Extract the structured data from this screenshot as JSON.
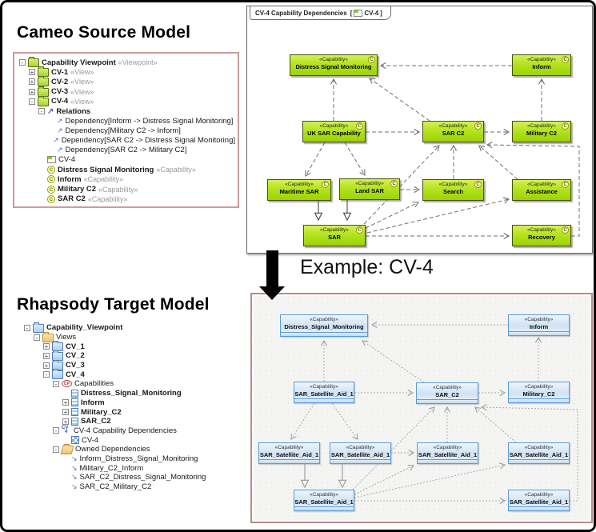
{
  "headings": {
    "source_model": "Cameo Source Model",
    "target_model": "Rhapsody Target Model",
    "example": "Example: CV-4"
  },
  "cameo_tree": {
    "items": [
      {
        "depth": 0,
        "expander": "-",
        "icon": "folder-green",
        "label": "Capability Viewpoint",
        "annotation": "«Viewpoint»",
        "bold": true
      },
      {
        "depth": 1,
        "expander": "+",
        "icon": "folder-green",
        "label": "CV-1",
        "annotation": "«View»",
        "bold": true
      },
      {
        "depth": 1,
        "expander": "+",
        "icon": "folder-green",
        "label": "CV-2",
        "annotation": "«View»",
        "bold": true
      },
      {
        "depth": 1,
        "expander": "+",
        "icon": "folder-green",
        "label": "CV-3",
        "annotation": "«View»",
        "bold": true
      },
      {
        "depth": 1,
        "expander": "-",
        "icon": "folder-green",
        "label": "CV-4",
        "annotation": "«View»",
        "bold": true
      },
      {
        "depth": 2,
        "expander": "-",
        "icon": "relations",
        "label": "Relations",
        "bold": true
      },
      {
        "depth": 3,
        "icon": "dependency-cameo",
        "label": "Dependency[Inform -> Distress Signal Monitoring]",
        "bold": false
      },
      {
        "depth": 3,
        "icon": "dependency-cameo",
        "label": "Dependency[Military C2 -> Inform]",
        "bold": false
      },
      {
        "depth": 3,
        "icon": "dependency-cameo",
        "label": "Dependency[SAR C2 -> Distress Signal Monitoring]",
        "bold": false
      },
      {
        "depth": 3,
        "icon": "dependency-cameo",
        "label": "Dependency[SAR C2 -> Military C2]",
        "bold": false
      },
      {
        "depth": 2,
        "icon": "diagram-cameo",
        "label": "CV-4",
        "bold": false
      },
      {
        "depth": 2,
        "icon": "capability-c",
        "label": "Distress Signal Monitoring",
        "annotation": "«Capability»",
        "bold": true
      },
      {
        "depth": 2,
        "icon": "capability-c",
        "label": "Inform",
        "annotation": "«Capability»",
        "bold": true
      },
      {
        "depth": 2,
        "icon": "capability-c",
        "label": "Military C2",
        "annotation": "«Capability»",
        "bold": true
      },
      {
        "depth": 2,
        "icon": "capability-c",
        "label": "SAR C2",
        "annotation": "«Capability»",
        "bold": true
      }
    ]
  },
  "rhapsody_tree": {
    "items": [
      {
        "depth": 0,
        "expander": "-",
        "icon": "folder-blue",
        "label": "Capability_Viewpoint",
        "bold": true
      },
      {
        "depth": 1,
        "expander": "-",
        "icon": "folder-yellow",
        "label": "Views",
        "bold": false
      },
      {
        "depth": 2,
        "expander": "+",
        "icon": "folder-blue",
        "label": "CV_1",
        "bold": true
      },
      {
        "depth": 2,
        "expander": "+",
        "icon": "folder-blue",
        "label": "CV_2",
        "bold": true
      },
      {
        "depth": 2,
        "expander": "+",
        "icon": "folder-blue",
        "label": "CV_3",
        "bold": true
      },
      {
        "depth": 2,
        "expander": "-",
        "icon": "folder-blue",
        "label": "CV_4",
        "bold": true
      },
      {
        "depth": 3,
        "expander": "-",
        "icon": "cp",
        "label": "Capabilities",
        "bold": false
      },
      {
        "depth": 4,
        "icon": "block",
        "label": "Distress_Signal_Monitoring",
        "bold": true
      },
      {
        "depth": 4,
        "expander": "+",
        "icon": "block",
        "label": "Inform",
        "bold": true
      },
      {
        "depth": 4,
        "expander": "+",
        "icon": "block",
        "label": "Military_C2",
        "bold": true
      },
      {
        "depth": 4,
        "expander": "+",
        "icon": "block",
        "label": "SAR_C2",
        "bold": true
      },
      {
        "depth": 3,
        "expander": "-",
        "icon": "cv",
        "label": "CV-4 Capability Dependencies",
        "bold": false
      },
      {
        "depth": 4,
        "icon": "grid-blue",
        "label": "CV-4",
        "bold": false
      },
      {
        "depth": 3,
        "expander": "-",
        "icon": "folder-open-yellow",
        "label": "Owned Dependencies",
        "bold": false
      },
      {
        "depth": 4,
        "icon": "dependency-rh",
        "label": "Inform_Distress_Signal_Monitoring",
        "bold": false
      },
      {
        "depth": 4,
        "icon": "dependency-rh",
        "label": "Military_C2_Inform",
        "bold": false
      },
      {
        "depth": 4,
        "icon": "dependency-rh",
        "label": "SAR_C2_Distress_Signal_Monitoring",
        "bold": false
      },
      {
        "depth": 4,
        "icon": "dependency-rh",
        "label": "SAR_C2_Military_C2",
        "bold": false
      }
    ]
  },
  "top_diagram": {
    "tab": {
      "title": "CV-4 Capability Dependencies",
      "ref_open": "[",
      "ref_label": "CV-4",
      "ref_close": "]"
    },
    "stereotype": "«Capability»",
    "badge": "C",
    "nodes": [
      {
        "label": "Distress Signal Monitoring"
      },
      {
        "label": "Inform"
      },
      {
        "label": "UK SAR Capability"
      },
      {
        "label": "SAR C2"
      },
      {
        "label": "Military C2"
      },
      {
        "label": "Maritime SAR"
      },
      {
        "label": "Land SAR"
      },
      {
        "label": "Search"
      },
      {
        "label": "Assistance"
      },
      {
        "label": "SAR"
      },
      {
        "label": "Recovery"
      }
    ]
  },
  "bottom_diagram": {
    "stereotype": "«Capability»",
    "nodes": [
      {
        "label": "Distress_Signal_Monitoring"
      },
      {
        "label": "Inform"
      },
      {
        "label": "SAR_Satellite_Aid_1"
      },
      {
        "label": "SAR_C2"
      },
      {
        "label": "Military_C2"
      },
      {
        "label": "SAR_Satellite_Aid_1"
      },
      {
        "label": "SAR_Satellite_Aid_1"
      },
      {
        "label": "SAR_Satellite_Aid_1"
      },
      {
        "label": "SAR_Satellite_Aid_1"
      },
      {
        "label": "SAR_Satellite_Aid_1"
      },
      {
        "label": "SAR_Satellite_Aid_1"
      }
    ]
  },
  "colors": {
    "green_node_top": "#d6f055",
    "green_node_bottom": "#9cd400",
    "blue_node_border": "#5b9bd5",
    "pink_panel_border": "#b98b8b",
    "cameo_panel_border": "#cf9b9b"
  }
}
